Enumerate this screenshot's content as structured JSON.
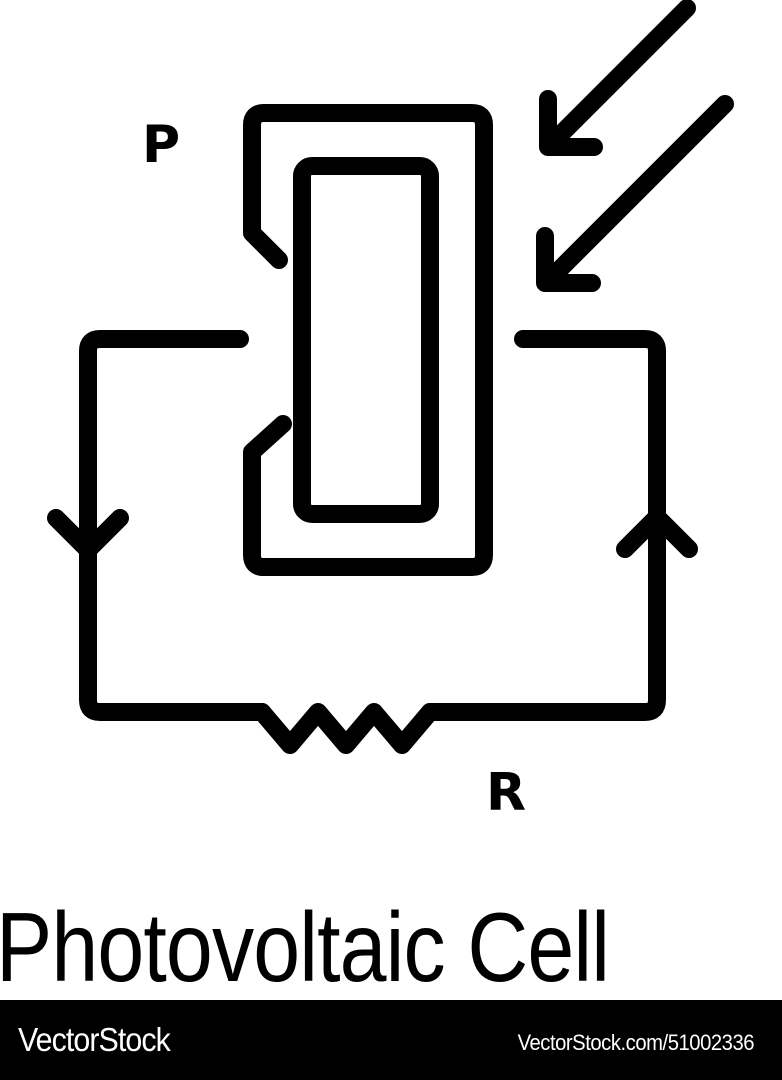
{
  "diagram": {
    "title": "Photovoltaic Cell",
    "labels": {
      "panel": "P",
      "resistor": "R"
    },
    "stroke_color": "#000000",
    "background_color": "#ffffff",
    "elements": [
      "light-rays-arrows (2, pointing down-left)",
      "photovoltaic-panel (outer bracket + inner rectangle)",
      "circuit-wire-loop",
      "current-direction-arrow-down (left wire)",
      "current-direction-arrow-up (right wire)",
      "resistor-zigzag"
    ]
  },
  "footer": {
    "brand": "VectorStock",
    "url": "VectorStock.com/51002336",
    "background_color": "#000000",
    "text_color": "#ffffff"
  }
}
